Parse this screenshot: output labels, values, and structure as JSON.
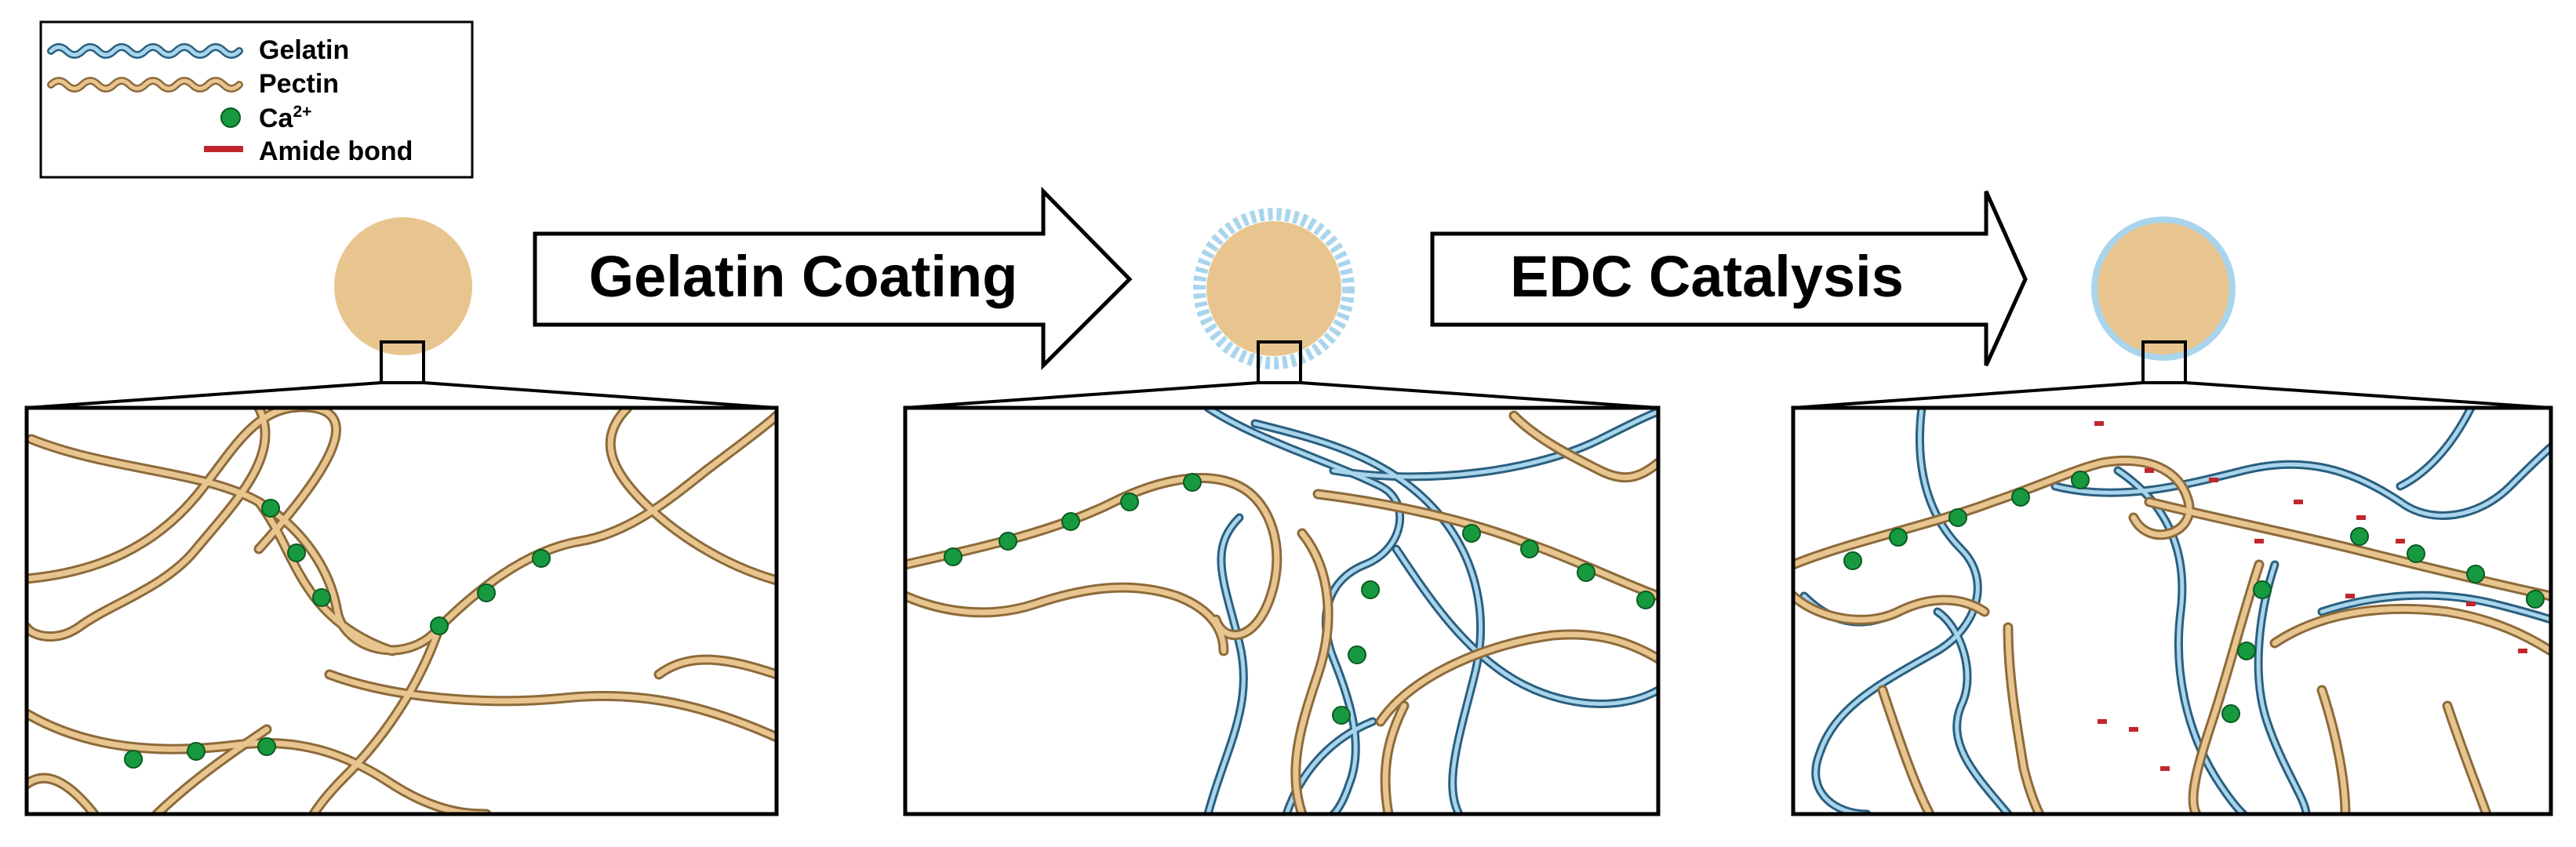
{
  "legend": {
    "gelatin": "Gelatin",
    "pectin": "Pectin",
    "calcium": "Ca",
    "calcium_charge": "2+",
    "amide": "Amide bond"
  },
  "steps": [
    {
      "label": "Gelatin Coating"
    },
    {
      "label": "EDC Catalysis"
    }
  ],
  "colors": {
    "gelatin": "#6fa9c9",
    "gelatin_light": "#a9d5ec",
    "pectin": "#c9ad7e",
    "pectin_fill": "#e8c58f",
    "calcium": "#179a3f",
    "amide": "#c0262c"
  },
  "panels": [
    {
      "gelatin_coat": false,
      "crosslinked": false
    },
    {
      "gelatin_coat": true,
      "crosslinked": false
    },
    {
      "gelatin_coat": true,
      "crosslinked": true
    }
  ]
}
